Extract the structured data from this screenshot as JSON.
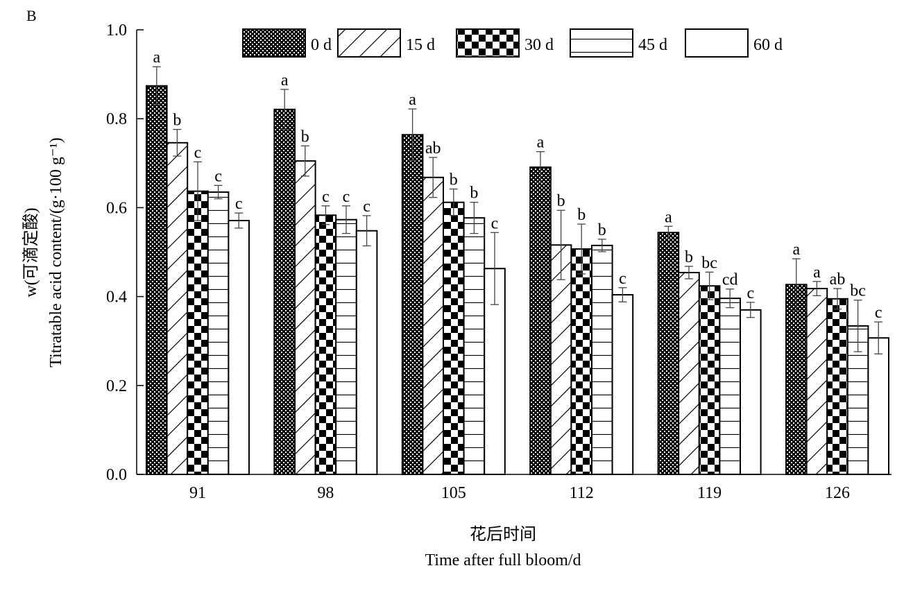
{
  "chart_data": {
    "type": "bar",
    "panel_label": "B",
    "title": "",
    "categories": [
      "91",
      "98",
      "105",
      "112",
      "119",
      "126"
    ],
    "xlabel_cn": "花后时间",
    "xlabel": "Time after full bloom/d",
    "ylabel_cn": "w(可滴定酸)",
    "ylabel": "Titratable acid content/(g·100 g⁻¹)",
    "ylim": [
      0,
      1.0
    ],
    "yticks": [
      "0.0",
      "0.2",
      "0.4",
      "0.6",
      "0.8",
      "1.0"
    ],
    "legend_position": "top",
    "series": [
      {
        "name": "0 d",
        "pattern": "dense-check",
        "values": [
          0.874,
          0.821,
          0.764,
          0.691,
          0.544,
          0.427
        ],
        "errors": [
          0.043,
          0.045,
          0.058,
          0.035,
          0.014,
          0.058
        ],
        "letters": [
          "a",
          "a",
          "a",
          "a",
          "a",
          "a"
        ]
      },
      {
        "name": "15 d",
        "pattern": "diagonal",
        "values": [
          0.746,
          0.705,
          0.668,
          0.516,
          0.454,
          0.418
        ],
        "errors": [
          0.03,
          0.034,
          0.045,
          0.078,
          0.014,
          0.016
        ],
        "letters": [
          "b",
          "b",
          "ab",
          "b",
          "b",
          "a"
        ]
      },
      {
        "name": "30 d",
        "pattern": "checker",
        "values": [
          0.637,
          0.583,
          0.612,
          0.507,
          0.424,
          0.395
        ],
        "errors": [
          0.066,
          0.021,
          0.03,
          0.056,
          0.031,
          0.023
        ],
        "letters": [
          "c",
          "c",
          "b",
          "b",
          "bc",
          "ab"
        ]
      },
      {
        "name": "45 d",
        "pattern": "horizontal",
        "values": [
          0.635,
          0.573,
          0.577,
          0.515,
          0.396,
          0.334
        ],
        "errors": [
          0.015,
          0.031,
          0.035,
          0.014,
          0.021,
          0.058
        ],
        "letters": [
          "c",
          "c",
          "b",
          "b",
          "cd",
          "bc"
        ]
      },
      {
        "name": "60 d",
        "pattern": "blank",
        "values": [
          0.571,
          0.548,
          0.463,
          0.404,
          0.37,
          0.307
        ],
        "errors": [
          0.017,
          0.034,
          0.081,
          0.016,
          0.017,
          0.036
        ],
        "letters": [
          "c",
          "c",
          "c",
          "c",
          "c",
          "c"
        ]
      }
    ]
  }
}
